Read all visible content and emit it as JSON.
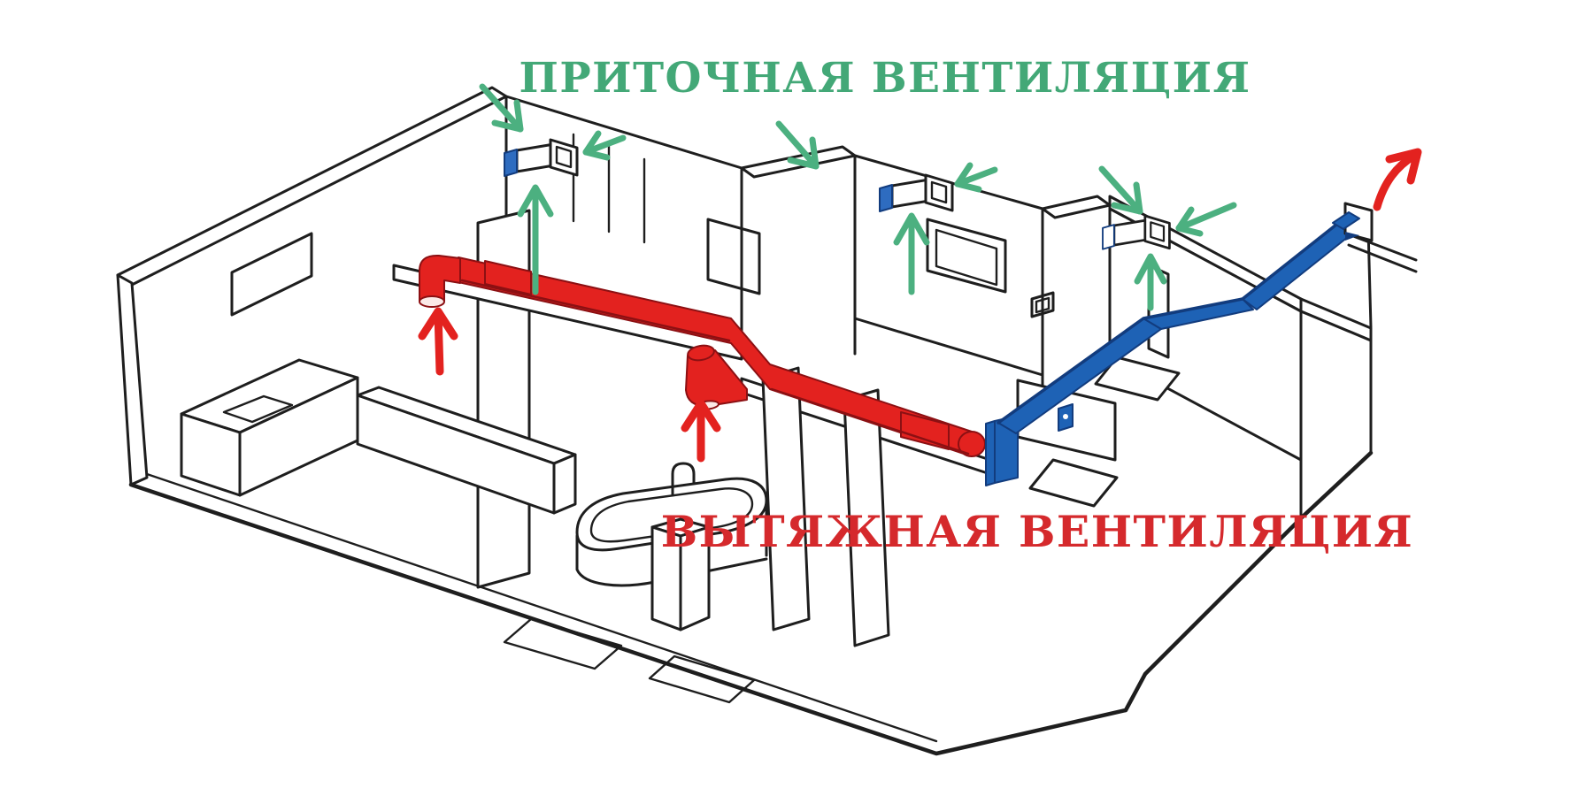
{
  "titles": {
    "supply": {
      "text": "ПРИТОЧНАЯ ВЕНТИЛЯЦИЯ",
      "color": "#43a877"
    },
    "exhaust": {
      "text": "ВЫТЯЖНАЯ ВЕНТИЛЯЦИЯ",
      "color": "#d5292c"
    }
  },
  "colors": {
    "background": "#ffffff",
    "line": "#1e1e1e",
    "supply_title": "#43a877",
    "supply_arrow": "#4cb080",
    "exhaust_title": "#d5292c",
    "exhaust_red": "#e3221f",
    "exhaust_dark": "#8c1013",
    "exhaust_inner": "#fbe9e7",
    "supply_duct": "#1e62b5",
    "supply_duct_dark": "#123c7e",
    "vent_cap_blue": "#2e6cc0"
  },
  "diagram": {
    "type": "apartment-ventilation-scheme",
    "view": "isometric-cutaway",
    "systems": [
      {
        "id": "supply",
        "color_ref": "supply_arrow",
        "wall_inlet_valves": 3,
        "inflow_arrows_per_valve": 3
      },
      {
        "id": "exhaust",
        "color_ref": "exhaust_red",
        "intake_points": 2,
        "duct_fan_units": 1,
        "outdoor_outlet": 1
      }
    ],
    "icons": [
      "wall-inlet-valve-icon",
      "exhaust-fan-icon",
      "duct-outlet-flange-icon",
      "wall-grille-icon",
      "bathtub-icon",
      "water-heater-icon",
      "kitchen-counter-icon"
    ]
  }
}
